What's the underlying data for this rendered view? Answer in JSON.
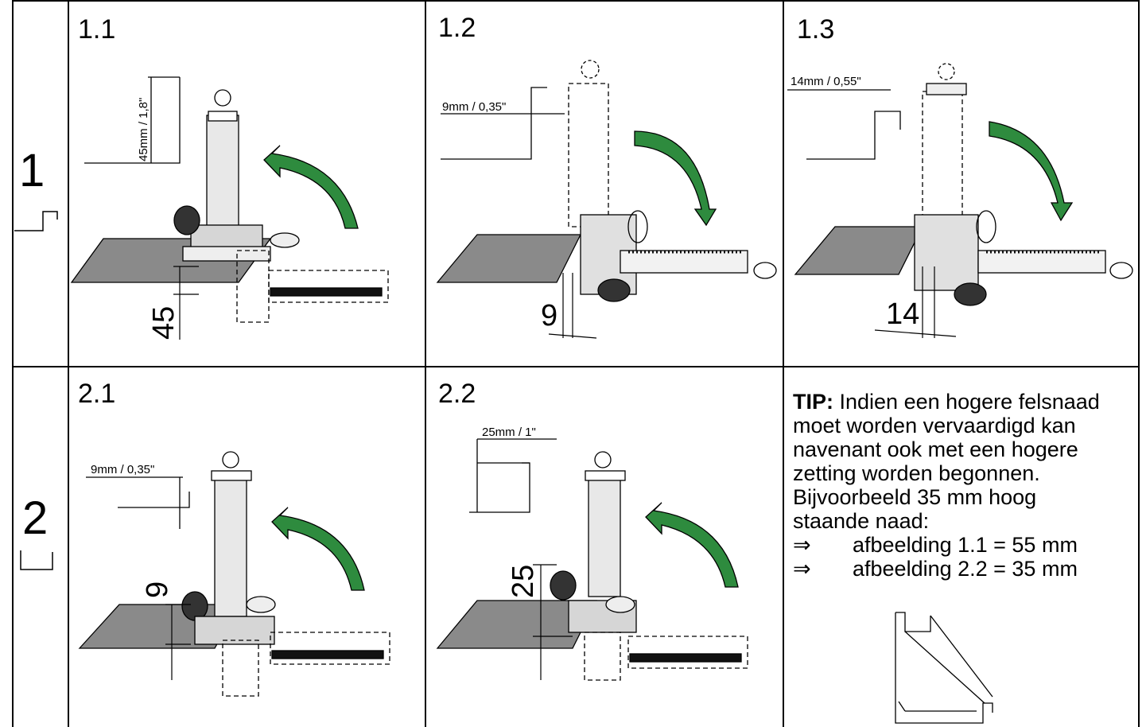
{
  "rows": [
    {
      "number": "1"
    },
    {
      "number": "2"
    }
  ],
  "panels": {
    "p11": {
      "label": "1.1",
      "dim_text": "45mm / 1,8\"",
      "measure": "45"
    },
    "p12": {
      "label": "1.2",
      "dim_text": "9mm / 0,35\"",
      "measure": "9"
    },
    "p13": {
      "label": "1.3",
      "dim_text": "14mm / 0,55\"",
      "measure": "14"
    },
    "p21": {
      "label": "2.1",
      "dim_text": "9mm / 0,35\"",
      "measure": "9"
    },
    "p22": {
      "label": "2.2",
      "dim_text": "25mm / 1\"",
      "measure": "25"
    }
  },
  "tip": {
    "heading": "TIP:",
    "line1": " Indien een hogere felsnaad",
    "line2": "moet worden vervaardigd kan",
    "line3": "navenant ook met een hogere",
    "line4": "zetting worden begonnen.",
    "line5": "Bijvoorbeeld 35 mm hoog",
    "line6": "staande naad:",
    "items": [
      {
        "arrow": "⇒",
        "text": "afbeelding 1.1  = 55 mm"
      },
      {
        "arrow": "⇒",
        "text": "afbeelding 2.2  = 35 mm"
      }
    ]
  },
  "colors": {
    "arrow_green": "#2e8b3e",
    "sheet_grey": "#8a8a8a"
  }
}
